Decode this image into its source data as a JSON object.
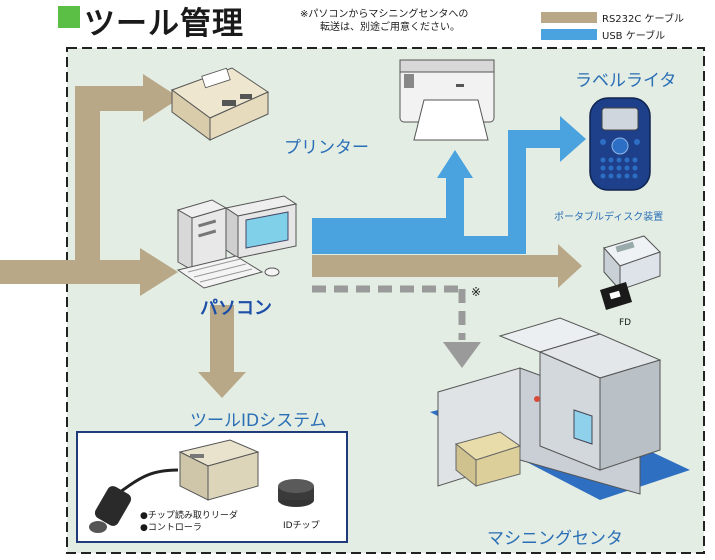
{
  "title": "ツール管理",
  "note_lines": [
    "※パソコンからマシニングセンタへの",
    "転送は、別途ご用意ください。"
  ],
  "legend": [
    {
      "label": "RS232C ケーブル",
      "color": "#b8a888"
    },
    {
      "label": "USB ケーブル",
      "color": "#4aa3df"
    }
  ],
  "nodes": {
    "printer": "プリンター",
    "label_writer": "ラベルライタ",
    "portable_disk": "ポータブルディスク装置",
    "fd": "FD",
    "pc": "パソコン",
    "tool_id_system": "ツールIDシステム",
    "machining_center": "マシニングセンタ"
  },
  "id_system": {
    "bullets": [
      "●チップ読み取りリーダ",
      "●コントローラ"
    ],
    "chip": "IDチップ"
  },
  "asterisk": "※",
  "colors": {
    "background_panel": "#e3ede3",
    "rs232c": "#b8a888",
    "usb": "#4aa3df",
    "title_square": "#5bbf45",
    "box_border": "#1f3b7a"
  }
}
